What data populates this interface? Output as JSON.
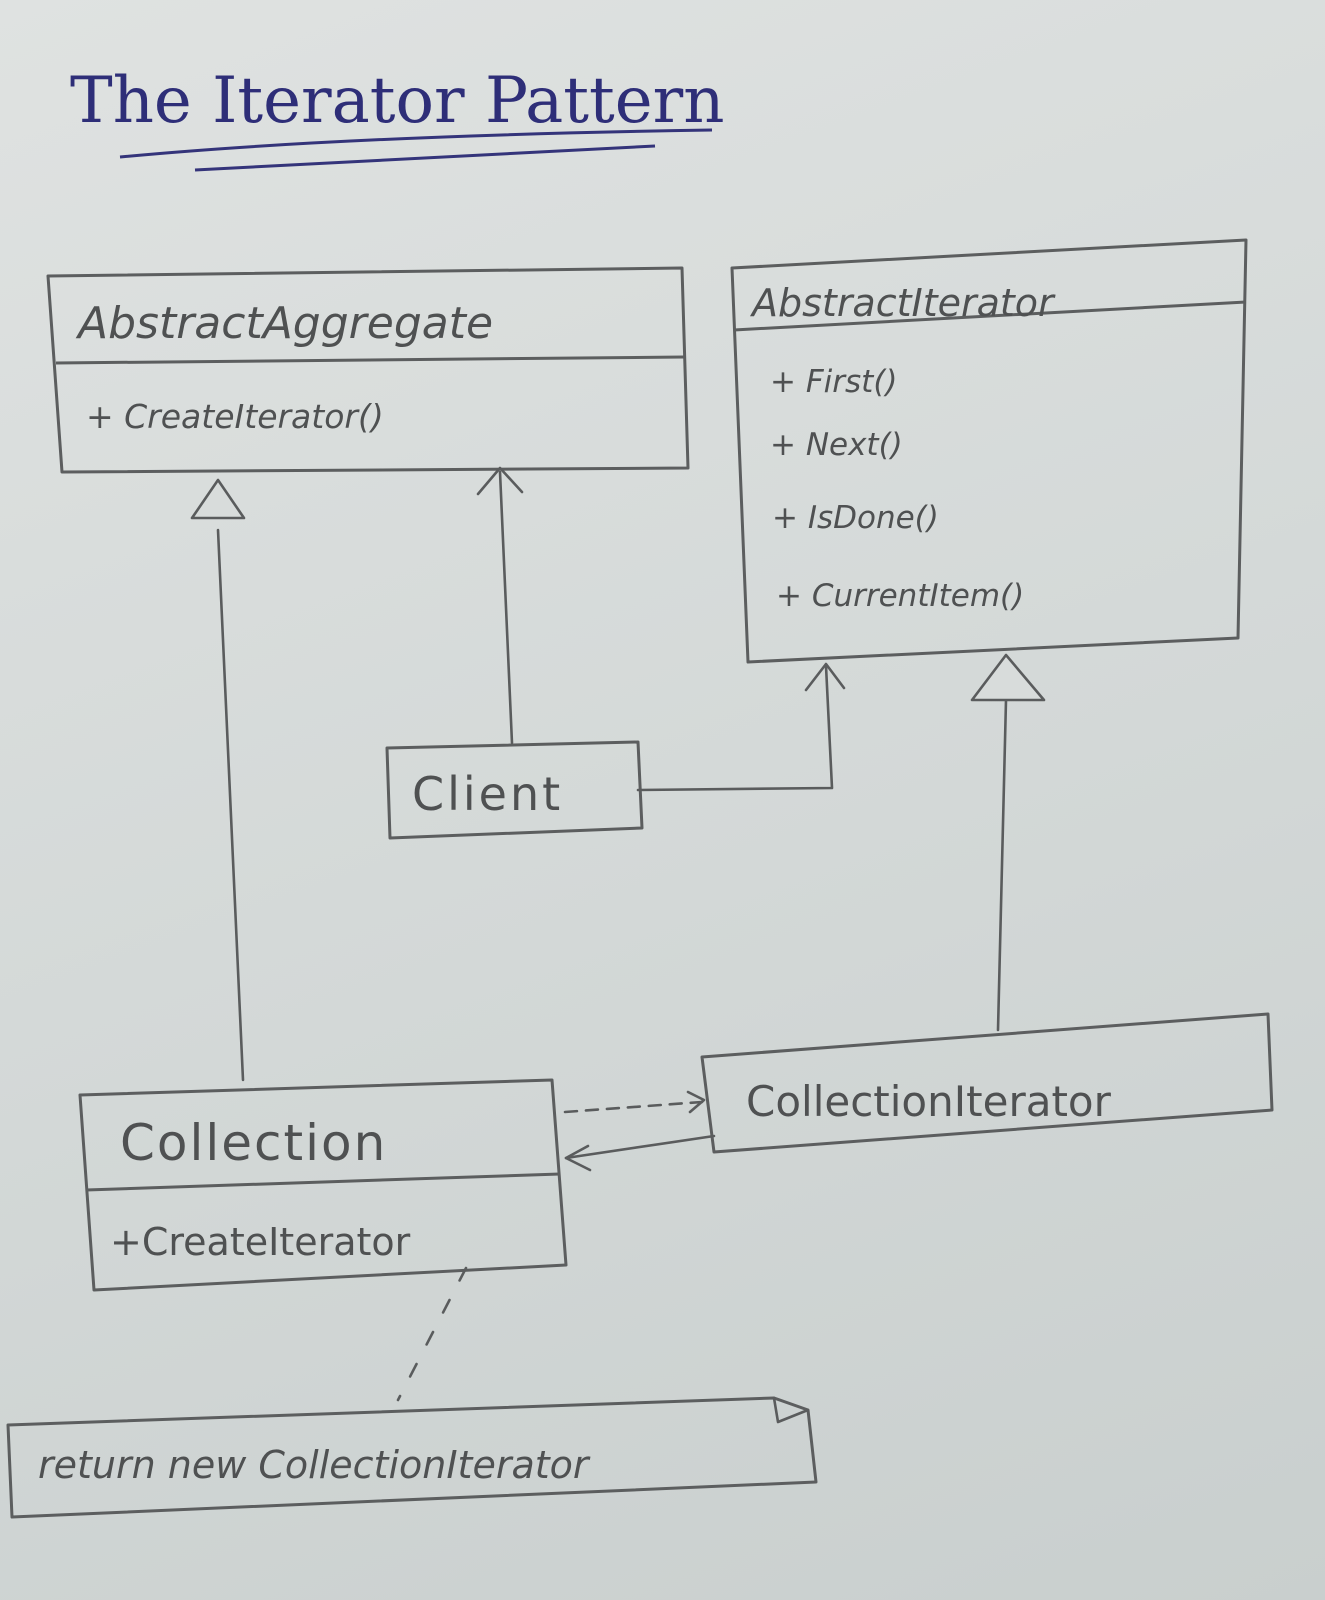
{
  "title": "The Iterator Pattern",
  "classes": {
    "abstract_aggregate": {
      "name": "AbstractAggregate",
      "methods": [
        "+ CreateIterator()"
      ]
    },
    "abstract_iterator": {
      "name": "AbstractIterator",
      "methods": [
        "+ First()",
        "+ Next()",
        "+ IsDone()",
        "+ CurrentItem()"
      ]
    },
    "client": {
      "name": "Client"
    },
    "collection": {
      "name": "Collection",
      "methods": [
        "+CreateIterator"
      ]
    },
    "collection_iterator": {
      "name": "CollectionIterator"
    }
  },
  "note": {
    "text": "return new CollectionIterator"
  },
  "colors": {
    "ink": "#2e2e78",
    "pencil": "#4f5152",
    "paper": "#d8dcdb"
  }
}
